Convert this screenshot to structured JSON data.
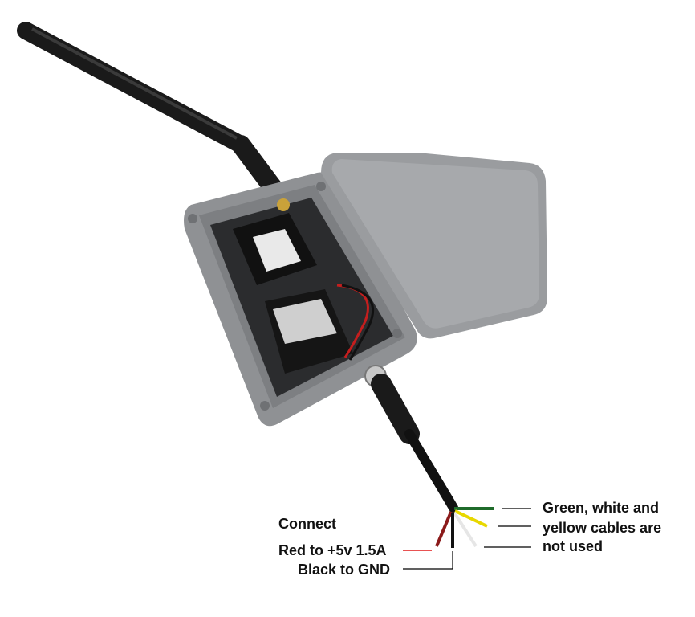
{
  "annotations": {
    "connect_heading": "Connect",
    "red_label": "Red to +5v 1.5A",
    "black_label": "Black to GND",
    "unused_lines": [
      "Green, white and",
      "yellow cables are",
      "not used"
    ]
  },
  "colors": {
    "red_wire": "#e01818",
    "black_wire": "#111111",
    "green_wire": "#1f6b2a",
    "yellow_wire": "#e8d800",
    "white_wire": "#f2f2f2",
    "enclosure": "#8f9194",
    "lid": "#9a9c9f"
  }
}
